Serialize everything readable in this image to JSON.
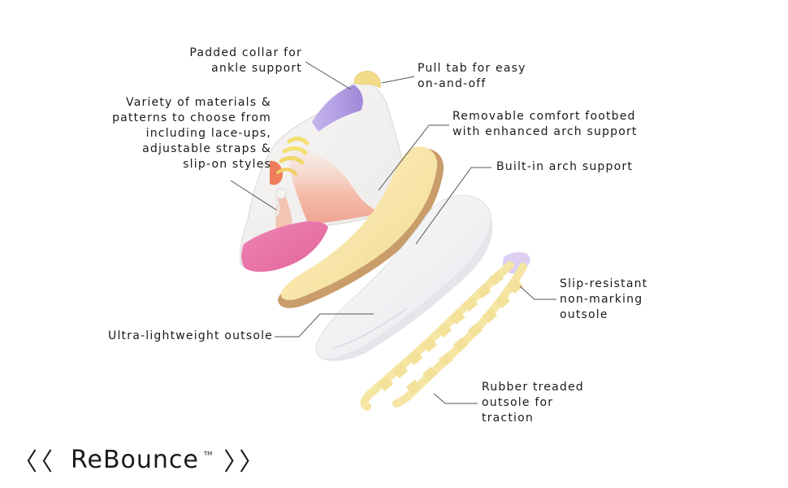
{
  "callouts": {
    "padded_collar": [
      "Padded collar for",
      "ankle support"
    ],
    "pull_tab": [
      "Pull tab for easy",
      "on-and-off"
    ],
    "variety": [
      "Variety of materials &",
      "patterns to choose from",
      "including lace-ups,",
      "adjustable straps &",
      "slip-on styles"
    ],
    "footbed": [
      "Removable comfort footbed",
      "with enhanced arch support"
    ],
    "arch": [
      "Built-in arch support"
    ],
    "slip_resistant": [
      "Slip-resistant",
      "non-marking",
      "outsole"
    ],
    "rubber": [
      "Rubber treaded",
      "outsole for",
      "traction"
    ],
    "ultra": [
      "Ultra-lightweight outsole"
    ]
  },
  "brand": {
    "left_mark": "〈〈",
    "name": "ReBounce",
    "tm": "TM",
    "right_mark": "〉〉"
  },
  "colors": {
    "upper_white": "#f6f4f2",
    "collar_lavender": "#b9a6e6",
    "pull_tab_yellow": "#f2dc8a",
    "heel_pink": "#e66aa0",
    "gradient_peach": "#f2b49a",
    "lace_yellow": "#f4e070",
    "footbed_yellow": "#f8e6a6",
    "footbed_cork": "#c99d6a",
    "midsole_white": "#f1f2f4",
    "tread_yellow": "#f5e6a4",
    "tread_toe_lavender": "#ddd0f2",
    "leader_line": "#555555"
  }
}
